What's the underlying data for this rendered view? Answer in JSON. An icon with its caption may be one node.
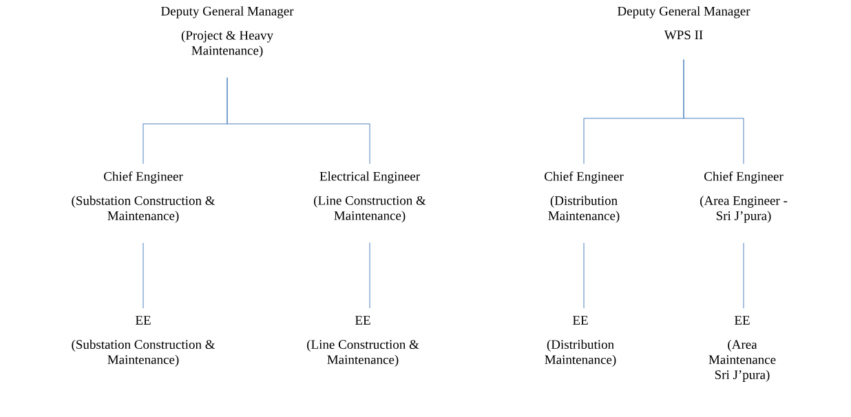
{
  "diagram": {
    "nodes": [
      {
        "text": [
          "Deputy General Manager",
          "(Project & Heavy Maintenance)"
        ]
      },
      {
        "text": [
          "Chief Engineer",
          "(Substation Construction & Maintenance)"
        ]
      },
      {
        "text": [
          "Electrical Engineer",
          "(Line Construction & Maintenance)"
        ]
      },
      {
        "text": [
          "EE",
          "(Substation Construction & Maintenance)"
        ]
      },
      {
        "text": [
          "EE",
          "(Line Construction & Maintenance)"
        ]
      },
      {
        "text": [
          "Deputy General Manager",
          "WPS II"
        ]
      },
      {
        "text": [
          "Chief Engineer",
          "(Distribution Maintenance)"
        ]
      },
      {
        "text": [
          "Chief Engineer",
          "(Area Engineer - Sri J’pura)"
        ]
      },
      {
        "text": [
          "EE",
          "(Distribution Maintenance)"
        ]
      },
      {
        "text": [
          "EE",
          "(Area Maintenance Sri J’pura)"
        ]
      }
    ],
    "edges": [
      {
        "from": 0,
        "to": 1,
        "arrow": "none"
      },
      {
        "from": 0,
        "to": 2,
        "arrow": "none"
      },
      {
        "from": 1,
        "to": 3,
        "arrow": "none"
      },
      {
        "from": 2,
        "to": 4,
        "arrow": "none"
      },
      {
        "from": 5,
        "to": 6,
        "arrow": "none"
      },
      {
        "from": 5,
        "to": 7,
        "arrow": "none"
      },
      {
        "from": 6,
        "to": 8,
        "arrow": "none"
      },
      {
        "from": 7,
        "to": 9,
        "arrow": "none"
      }
    ]
  }
}
